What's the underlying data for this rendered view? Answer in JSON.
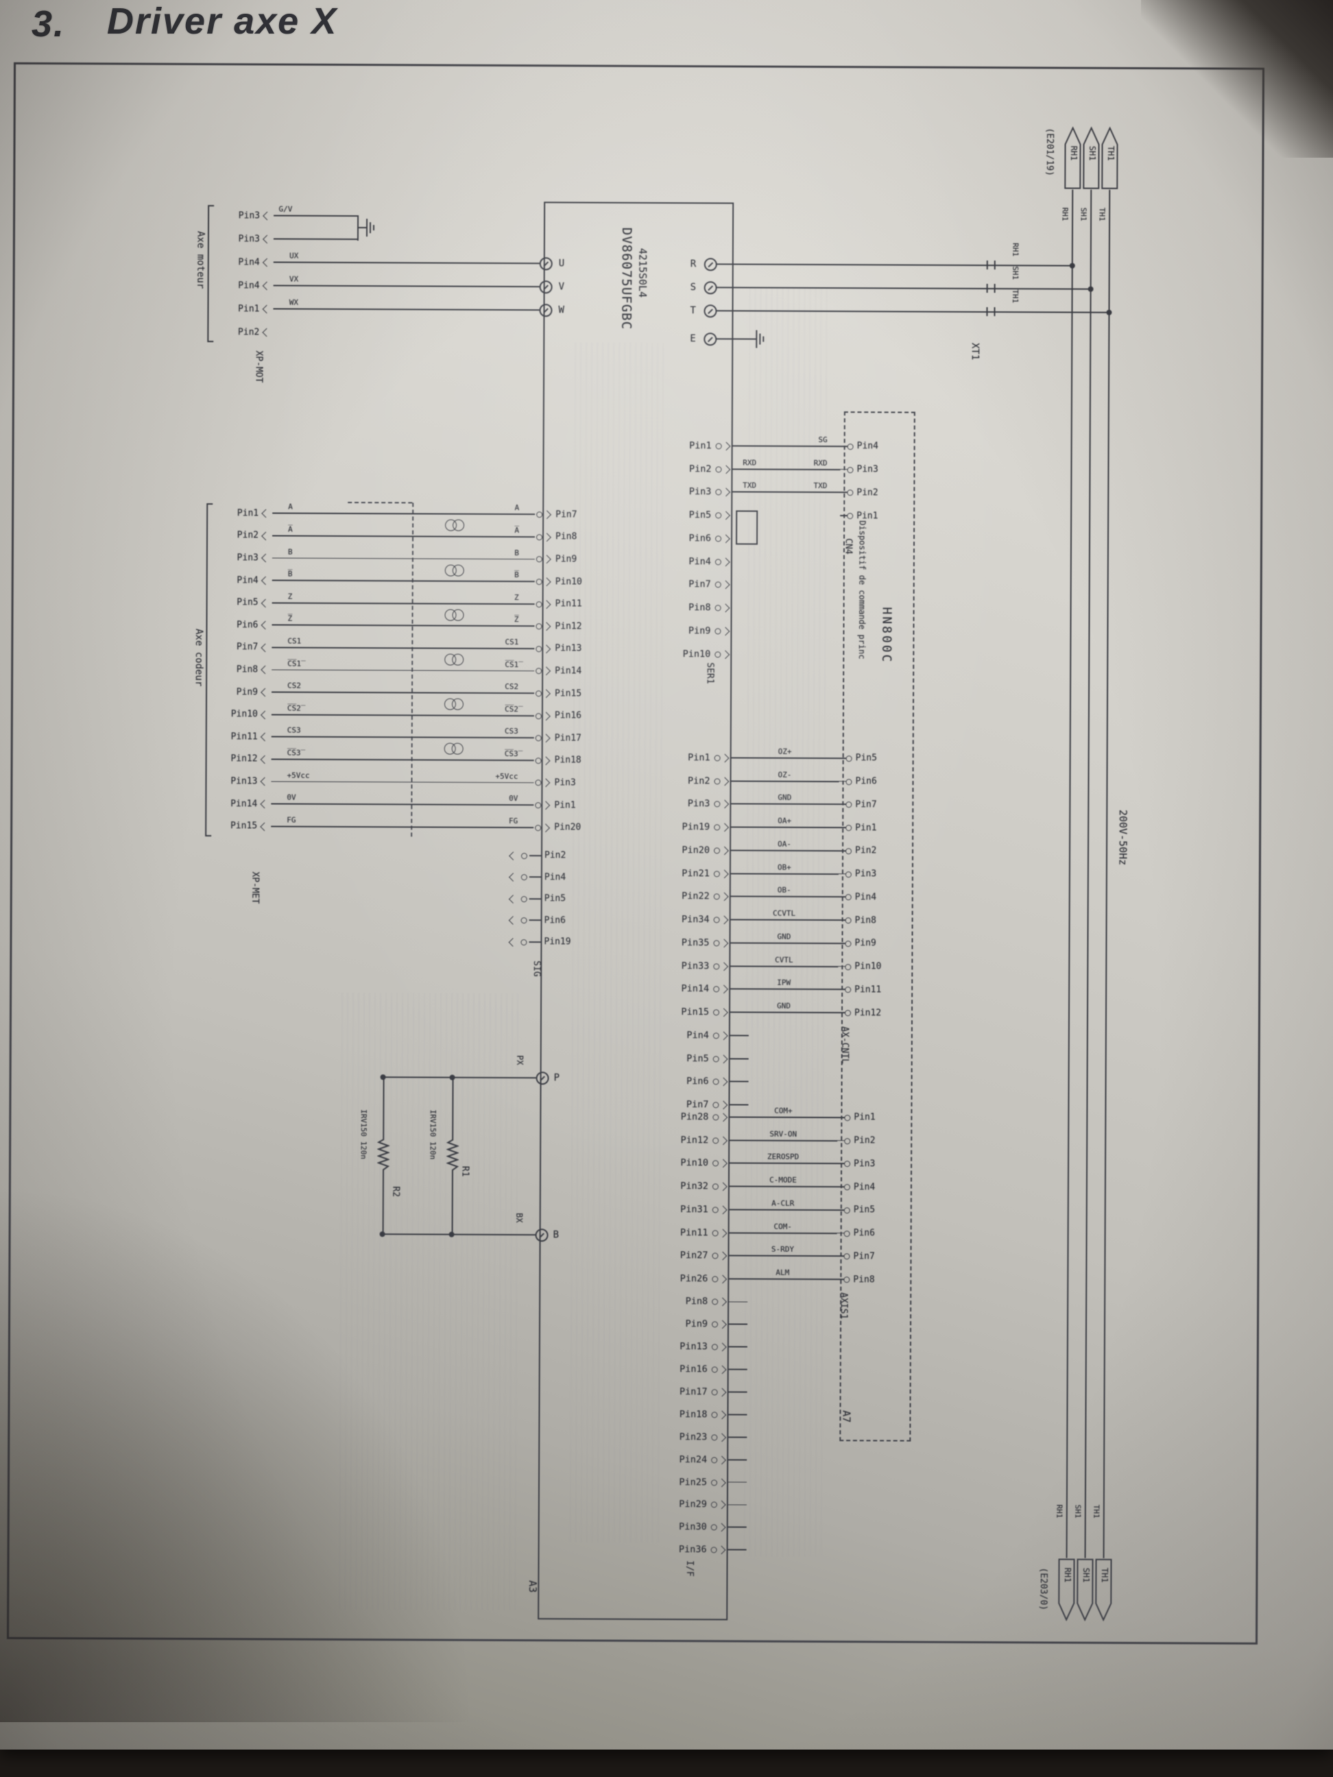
{
  "page": {
    "section": "3.",
    "title": "Driver axe X"
  },
  "power": {
    "entry_ref": "(E201/19)",
    "exit_ref": "(E203/0)",
    "voltage": "200V-50Hz",
    "terminal_block": "XT1",
    "phases": [
      "RH1",
      "SH1",
      "TH1"
    ]
  },
  "driver": {
    "model": "DV86075UFGBC",
    "model_sub": "4215S0L4",
    "ref": "A3",
    "motor_terminals": [
      "U",
      "V",
      "W"
    ],
    "supply_terminals": [
      "R",
      "S",
      "T",
      "E"
    ],
    "sig_connector": "SIG",
    "ser_connector": "SER1",
    "if_connector": "I/F",
    "p_terminal": "P",
    "b_terminal": "B",
    "p_wire": "PX",
    "b_wire": "BX"
  },
  "motor_group": {
    "label": "Axe moteur",
    "connector": "XP-MOT",
    "gnd_rows": [
      {
        "pin": "Pin3",
        "signal": "G/V",
        "w": "1"
      },
      {
        "pin": "Pin3",
        "signal": "",
        "w": "1"
      }
    ],
    "phase_rows": [
      {
        "pin": "Pin4",
        "signal": "UX",
        "w": "1"
      },
      {
        "pin": "Pin4",
        "signal": "VX",
        "w": "1"
      },
      {
        "pin": "Pin1",
        "signal": "WX",
        "w": "1"
      },
      {
        "pin": "Pin2"
      }
    ]
  },
  "encoder_group": {
    "label": "Axe codeur",
    "connector": "XP-MET",
    "rows": [
      {
        "pin": "Pin1",
        "signal": "A",
        "w": "1",
        "dest": "Pin7"
      },
      {
        "pin": "Pin2",
        "signal": "A̅",
        "w": "1",
        "dest": "Pin8"
      },
      {
        "pin": "Pin3",
        "signal": "B",
        "w": "1",
        "dest": "Pin9"
      },
      {
        "pin": "Pin4",
        "signal": "B̅",
        "w": "1",
        "dest": "Pin10"
      },
      {
        "pin": "Pin5",
        "signal": "Z",
        "w": "1",
        "dest": "Pin11"
      },
      {
        "pin": "Pin6",
        "signal": "Z̅",
        "w": "1",
        "dest": "Pin12"
      },
      {
        "pin": "Pin7",
        "signal": "CS1",
        "w": "1",
        "dest": "Pin13"
      },
      {
        "pin": "Pin8",
        "signal": "C̅S̅1̅",
        "w": "1",
        "dest": "Pin14"
      },
      {
        "pin": "Pin9",
        "signal": "CS2",
        "w": "1",
        "dest": "Pin15"
      },
      {
        "pin": "Pin10",
        "signal": "C̅S̅2̅",
        "w": "1",
        "dest": "Pin16"
      },
      {
        "pin": "Pin11",
        "signal": "CS3",
        "w": "1",
        "dest": "Pin17"
      },
      {
        "pin": "Pin12",
        "signal": "C̅S̅3̅",
        "w": "1",
        "dest": "Pin18"
      },
      {
        "pin": "Pin13",
        "signal": "+5Vcc",
        "w": "1",
        "dest": "Pin3"
      },
      {
        "pin": "Pin14",
        "signal": "0V",
        "w": "1",
        "dest": "Pin1"
      },
      {
        "pin": "Pin15",
        "signal": "FG",
        "w": "1",
        "dest": "Pin20"
      }
    ],
    "stubs": [
      "Pin2",
      "Pin4",
      "Pin5",
      "Pin6",
      "Pin19"
    ]
  },
  "controller": {
    "title": "Dispositif de commande princ",
    "model": "HN800C",
    "ref": "A7",
    "cn4": "CN4",
    "axcntl": "AX-CNTL",
    "axis1": "AXIS1"
  },
  "ser1": {
    "rows": [
      {
        "pin": "Pin1",
        "sr": "SG",
        "w": "1",
        "dest": "Pin4"
      },
      {
        "pin": "Pin2",
        "sl": "RXD",
        "sr": "RXD",
        "w": "1",
        "dest": "Pin3"
      },
      {
        "pin": "Pin3",
        "sl": "TXD",
        "sr": "TXD",
        "w": "1",
        "dest": "Pin2"
      },
      {
        "pin": "Pin5",
        "dest": "Pin1"
      },
      {
        "pin": "Pin6"
      },
      {
        "pin": "Pin4"
      },
      {
        "pin": "Pin7"
      },
      {
        "pin": "Pin8"
      },
      {
        "pin": "Pin9"
      },
      {
        "pin": "Pin10"
      }
    ]
  },
  "axcntl": {
    "rows": [
      {
        "pin": "Pin1",
        "sc": "OZ+",
        "w": "1",
        "dest": "Pin5"
      },
      {
        "pin": "Pin2",
        "sc": "OZ-",
        "w": "1",
        "dest": "Pin6"
      },
      {
        "pin": "Pin3",
        "sc": "GND",
        "w": "1",
        "dest": "Pin7"
      },
      {
        "pin": "Pin19",
        "sc": "OA+",
        "w": "1",
        "dest": "Pin1"
      },
      {
        "pin": "Pin20",
        "sc": "OA-",
        "w": "1",
        "dest": "Pin2"
      },
      {
        "pin": "Pin21",
        "sc": "OB+",
        "w": "1",
        "dest": "Pin3"
      },
      {
        "pin": "Pin22",
        "sc": "OB-",
        "w": "1",
        "dest": "Pin4"
      },
      {
        "pin": "Pin34",
        "sc": "CCVTL",
        "w": "1",
        "dest": "Pin8"
      },
      {
        "pin": "Pin35",
        "sc": "GND",
        "w": "1",
        "dest": "Pin9"
      },
      {
        "pin": "Pin33",
        "sc": "CVTL",
        "w": "1",
        "dest": "Pin10"
      },
      {
        "pin": "Pin14",
        "sc": "IPW",
        "w": "1",
        "dest": "Pin11"
      },
      {
        "pin": "Pin15",
        "sc": "GND",
        "w": "1",
        "dest": "Pin12"
      }
    ]
  },
  "mid_stubs": [
    "Pin4",
    "Pin5",
    "Pin6",
    "Pin7"
  ],
  "axis1": {
    "rows": [
      {
        "pin": "Pin28",
        "sc": "COM+",
        "w": "1",
        "dest": "Pin1"
      },
      {
        "pin": "Pin12",
        "sc": "SRV-ON",
        "w": "1",
        "dest": "Pin2"
      },
      {
        "pin": "Pin10",
        "sc": "ZEROSPD",
        "w": "1",
        "dest": "Pin3"
      },
      {
        "pin": "Pin32",
        "sc": "C-MODE",
        "w": "1",
        "dest": "Pin4"
      },
      {
        "pin": "Pin31",
        "sc": "A-CLR",
        "w": "1",
        "dest": "Pin5"
      },
      {
        "pin": "Pin11",
        "sc": "COM-",
        "w": "1",
        "dest": "Pin6"
      },
      {
        "pin": "Pin27",
        "sc": "S-RDY",
        "w": "1",
        "dest": "Pin7"
      },
      {
        "pin": "Pin26",
        "sc": "ALM",
        "w": "1",
        "dest": "Pin8"
      }
    ]
  },
  "if_stubs": [
    "Pin8",
    "Pin9",
    "Pin13",
    "Pin16",
    "Pin17",
    "Pin18",
    "Pin23",
    "Pin24",
    "Pin25",
    "Pin29",
    "Pin30",
    "Pin36"
  ],
  "resistors": {
    "r1": "R1",
    "r2": "R2",
    "value": "IRV150 120n"
  }
}
